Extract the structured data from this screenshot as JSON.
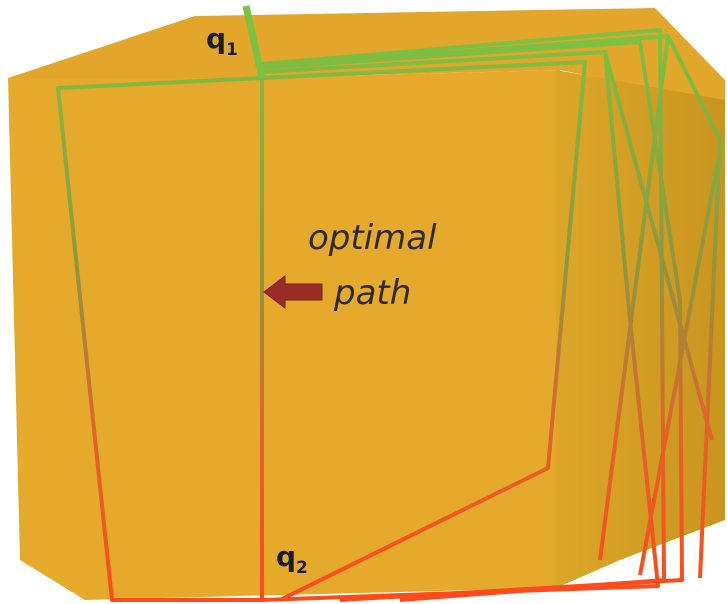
{
  "labels": {
    "q1": {
      "letter": "q",
      "subscript": "1"
    },
    "q2": {
      "letter": "q",
      "subscript": "2"
    }
  },
  "annotation": {
    "line1": "optimal",
    "line2": "path"
  },
  "colors": {
    "box_front": "#e5aa2b",
    "box_top": "#e2a62a",
    "box_side": "#d9a227",
    "path_start": "#7cc242",
    "path_end": "#ff4a1c",
    "arrow": "#9b2b25",
    "text": "#1a1a1a"
  },
  "icons": {
    "arrow": "left-arrow-icon"
  }
}
